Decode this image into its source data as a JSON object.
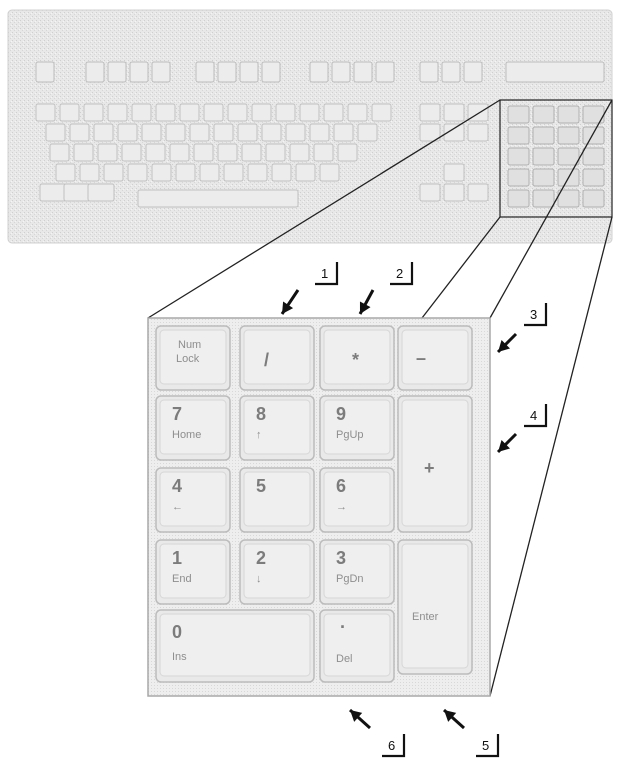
{
  "keypad": {
    "numlock": {
      "line1": "Num",
      "line2": "Lock"
    },
    "divide": "/",
    "multiply": "*",
    "minus": "–",
    "plus": "+",
    "enter": "Enter",
    "k7": {
      "main": "7",
      "sub": "Home"
    },
    "k8": {
      "main": "8",
      "sub": "↑"
    },
    "k9": {
      "main": "9",
      "sub": "PgUp"
    },
    "k4": {
      "main": "4",
      "sub": "←"
    },
    "k5": {
      "main": "5",
      "sub": ""
    },
    "k6": {
      "main": "6",
      "sub": "→"
    },
    "k1": {
      "main": "1",
      "sub": "End"
    },
    "k2": {
      "main": "2",
      "sub": "↓"
    },
    "k3": {
      "main": "3",
      "sub": "PgDn"
    },
    "k0": {
      "main": "0",
      "sub": "Ins"
    },
    "kdot": {
      "main": ".",
      "sub": "Del"
    }
  },
  "callouts": [
    "1",
    "2",
    "3",
    "4",
    "5",
    "6"
  ],
  "colors": {
    "key_face": "#e9e9e9",
    "key_edge": "#bdbdbd",
    "keyboard_body": "#e4e4e4",
    "line": "#222222"
  }
}
